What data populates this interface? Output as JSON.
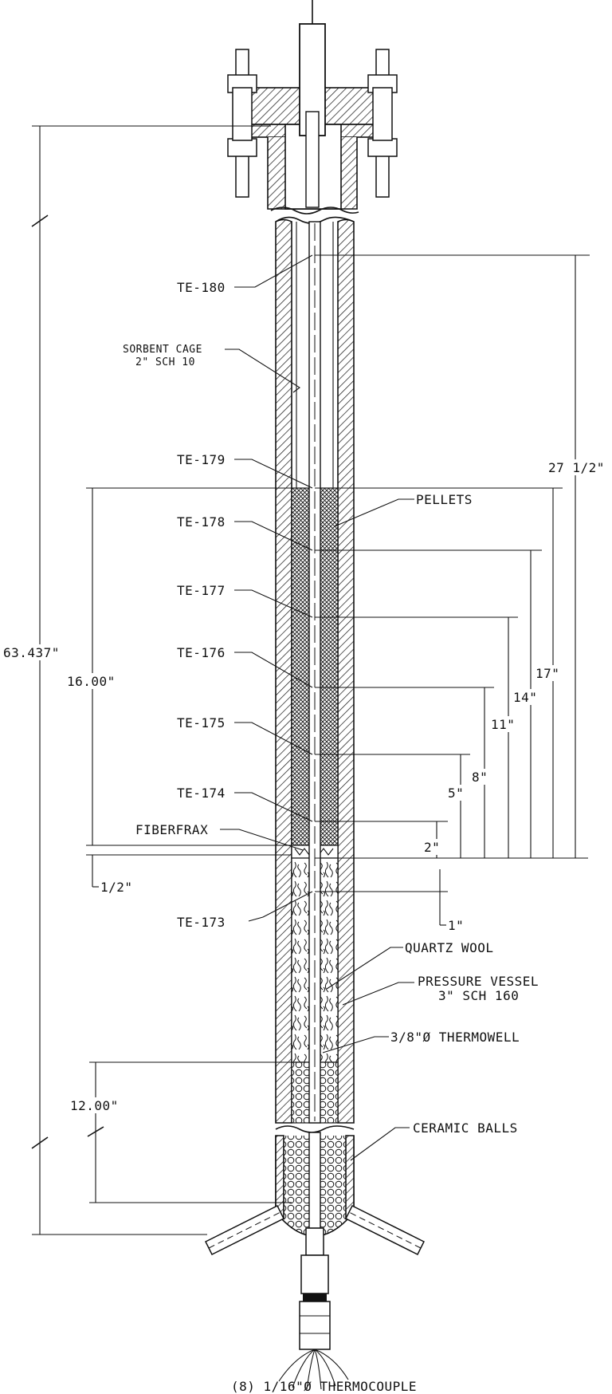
{
  "labels": {
    "te180": "TE-180",
    "sorbent_cage_1": "SORBENT CAGE",
    "sorbent_cage_2": "2\" SCH 10",
    "te179": "TE-179",
    "te178": "TE-178",
    "te177": "TE-177",
    "te176": "TE-176",
    "te175": "TE-175",
    "te174": "TE-174",
    "fiberfrax": "FIBERFRAX",
    "te173": "TE-173",
    "pellets": "PELLETS",
    "quartz_wool": "QUARTZ WOOL",
    "pressure_vessel_1": "PRESSURE VESSEL",
    "pressure_vessel_2": "3\" SCH 160",
    "thermowell": "3/8\"Ø THERMOWELL",
    "ceramic_balls": "CERAMIC BALLS",
    "thermocouple": "(8) 1/16\"Ø THERMOCOUPLE"
  },
  "dimensions": {
    "overall": "63.437\"",
    "bed_length": "16.00\"",
    "half_inch": "1/2\"",
    "bottom": "12.00\"",
    "d27": "27 1/2\"",
    "d17": "17\"",
    "d14": "14\"",
    "d11": "11\"",
    "d8": "8\"",
    "d5": "5\"",
    "d2": "2\"",
    "d1": "1\""
  }
}
